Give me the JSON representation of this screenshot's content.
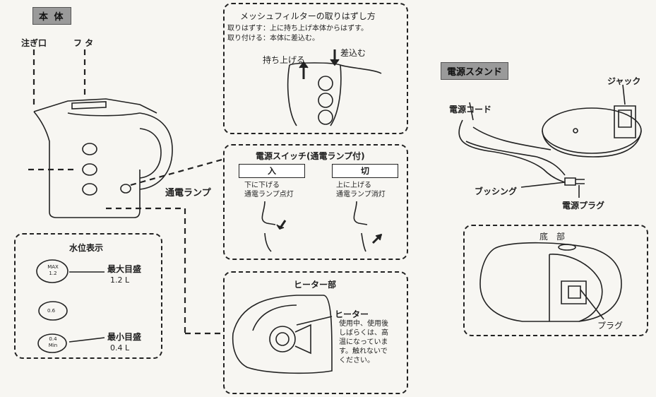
{
  "main_unit": {
    "tag": "本 体",
    "spout_label": "注ぎ口",
    "lid_label": "フ タ",
    "lamp_label": "通電ランプ"
  },
  "water_level": {
    "title": "水位表示",
    "max_label": "最大目盛",
    "max_value": "1.2 L",
    "min_label": "最小目盛",
    "min_value": "0.4 L",
    "max_mark_top": "MAX",
    "max_mark_bottom": "1.2",
    "mid_mark": "0.6",
    "min_mark_top": "0.4",
    "min_mark_bottom": "Min"
  },
  "mesh_filter": {
    "title": "メッシュフィルターの取りはずし方",
    "remove_text": "取りはずす：上に持ち上げ本体からはずす。",
    "attach_text": "取り付ける：本体に差込む。",
    "lift_label": "持ち上げる",
    "insert_label": "差込む"
  },
  "power_switch": {
    "title": "電源スイッチ(通電ランプ付)",
    "on_label": "入",
    "off_label": "切",
    "on_desc_1": "下に下げる",
    "on_desc_2": "通電ランプ点灯",
    "off_desc_1": "上に上げる",
    "off_desc_2": "通電ランプ消灯"
  },
  "heater": {
    "title": "ヒーター部",
    "label": "ヒーター",
    "warning": [
      "使用中、使用後",
      "しばらくは、高",
      "温になっていま",
      "す。触れないで",
      "ください。"
    ]
  },
  "power_stand": {
    "tag": "電源スタンド",
    "jack_label": "ジャック",
    "cord_label": "電源コード",
    "bushing_label": "ブッシング",
    "plug_label": "電源プラグ"
  },
  "bottom": {
    "title": "底　部",
    "plug_label": "プラグ"
  }
}
